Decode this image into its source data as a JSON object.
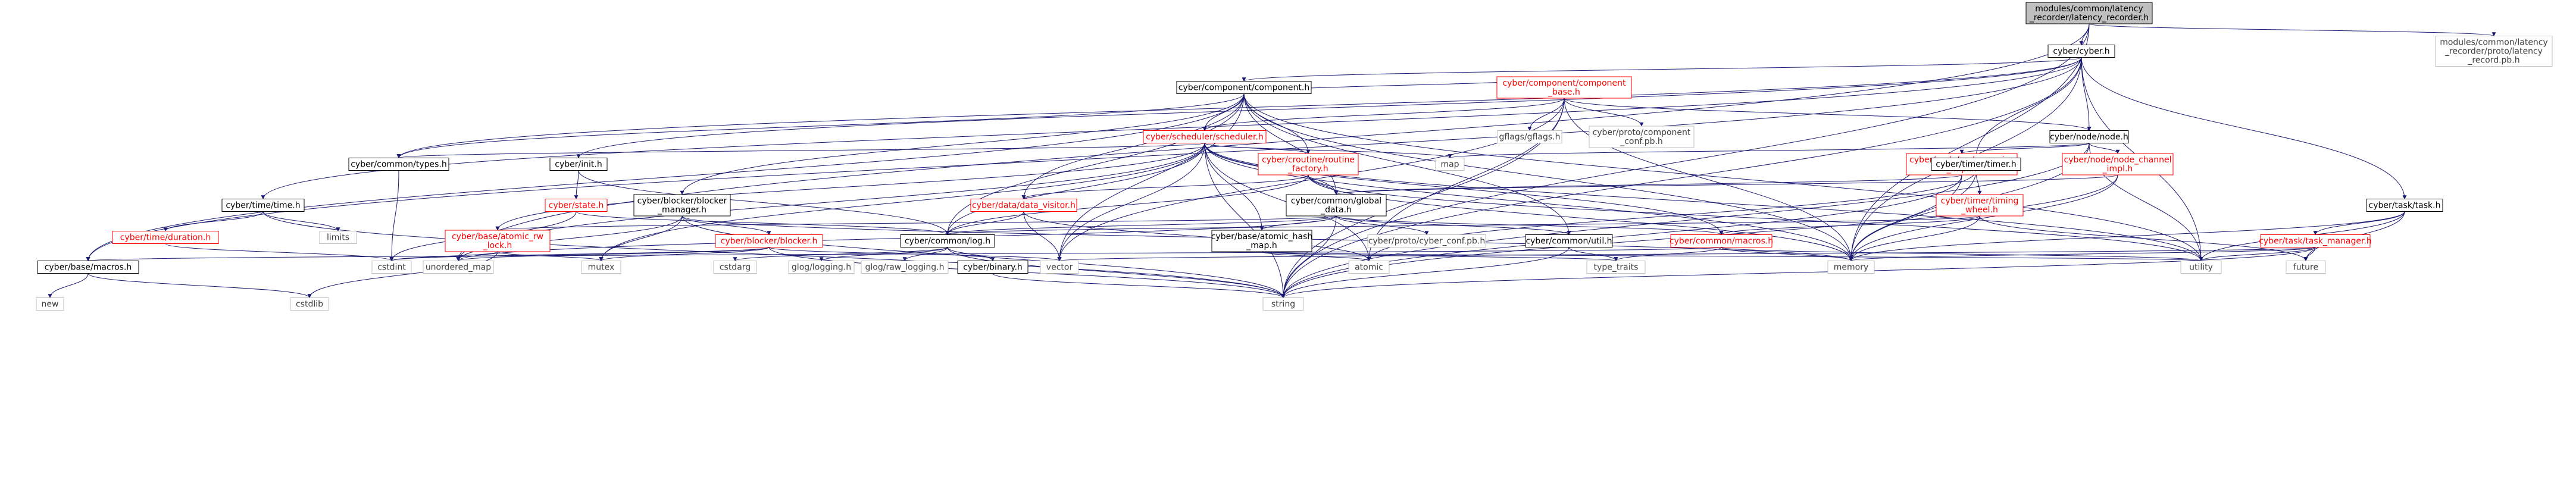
{
  "colors": {
    "edge": "#191970",
    "node_border": "#000000",
    "node_border_red": "#ff0000",
    "node_border_gray": "#bfbfbf",
    "root_fill": "#bfbfbf",
    "text": "#000000",
    "text_red": "#ff0000"
  },
  "nodes": [
    {
      "id": "root",
      "lines": [
        "modules/common/latency",
        "_recorder/latency_recorder.h"
      ],
      "style": "root"
    },
    {
      "id": "cyber_h",
      "lines": [
        "cyber/cyber.h"
      ],
      "style": "normal"
    },
    {
      "id": "latency_pb",
      "lines": [
        "modules/common/latency",
        "_recorder/proto/latency",
        "_record.pb.h"
      ],
      "style": "plain"
    },
    {
      "id": "component_h",
      "lines": [
        "cyber/component/component.h"
      ],
      "style": "normal"
    },
    {
      "id": "component_base",
      "lines": [
        "cyber/component/component",
        "_base.h"
      ],
      "style": "red"
    },
    {
      "id": "scheduler_h",
      "lines": [
        "cyber/scheduler/scheduler.h"
      ],
      "style": "red"
    },
    {
      "id": "gflags",
      "lines": [
        "gflags/gflags.h"
      ],
      "style": "plain"
    },
    {
      "id": "component_conf_pb",
      "lines": [
        "cyber/proto/component",
        "_conf.pb.h"
      ],
      "style": "plain"
    },
    {
      "id": "node_h",
      "lines": [
        "cyber/node/node.h"
      ],
      "style": "normal"
    },
    {
      "id": "types_h",
      "lines": [
        "cyber/common/types.h"
      ],
      "style": "normal"
    },
    {
      "id": "init_h",
      "lines": [
        "cyber/init.h"
      ],
      "style": "normal"
    },
    {
      "id": "routine_factory",
      "lines": [
        "cyber/croutine/routine",
        "_factory.h"
      ],
      "style": "red"
    },
    {
      "id": "map",
      "lines": [
        "map"
      ],
      "style": "plain"
    },
    {
      "id": "node_service_impl",
      "lines": [
        "cyber/node/node_service",
        "_impl.h"
      ],
      "style": "red"
    },
    {
      "id": "timer_h",
      "lines": [
        "cyber/timer/timer.h"
      ],
      "style": "normal"
    },
    {
      "id": "node_channel_impl",
      "lines": [
        "cyber/node/node_channel",
        "_impl.h"
      ],
      "style": "red"
    },
    {
      "id": "time_h",
      "lines": [
        "cyber/time/time.h"
      ],
      "style": "normal"
    },
    {
      "id": "state_h",
      "lines": [
        "cyber/state.h"
      ],
      "style": "red"
    },
    {
      "id": "blocker_manager",
      "lines": [
        "cyber/blocker/blocker",
        "_manager.h"
      ],
      "style": "normal"
    },
    {
      "id": "data_visitor",
      "lines": [
        "cyber/data/data_visitor.h"
      ],
      "style": "red"
    },
    {
      "id": "global_data",
      "lines": [
        "cyber/common/global",
        "_data.h"
      ],
      "style": "normal"
    },
    {
      "id": "timing_wheel",
      "lines": [
        "cyber/timer/timing",
        "_wheel.h"
      ],
      "style": "red"
    },
    {
      "id": "task_h",
      "lines": [
        "cyber/task/task.h"
      ],
      "style": "normal"
    },
    {
      "id": "limits",
      "lines": [
        "limits"
      ],
      "style": "plain"
    },
    {
      "id": "duration_h",
      "lines": [
        "cyber/time/duration.h"
      ],
      "style": "red"
    },
    {
      "id": "atomic_rw_lock",
      "lines": [
        "cyber/base/atomic_rw",
        "_lock.h"
      ],
      "style": "red"
    },
    {
      "id": "blocker_h",
      "lines": [
        "cyber/blocker/blocker.h"
      ],
      "style": "red"
    },
    {
      "id": "log_h",
      "lines": [
        "cyber/common/log.h"
      ],
      "style": "normal"
    },
    {
      "id": "atomic_hash_map",
      "lines": [
        "cyber/base/atomic_hash",
        "_map.h"
      ],
      "style": "normal"
    },
    {
      "id": "cyber_conf_pb",
      "lines": [
        "cyber/proto/cyber_conf.pb.h"
      ],
      "style": "plain"
    },
    {
      "id": "util_h",
      "lines": [
        "cyber/common/util.h"
      ],
      "style": "normal"
    },
    {
      "id": "macros_common",
      "lines": [
        "cyber/common/macros.h"
      ],
      "style": "red"
    },
    {
      "id": "task_manager",
      "lines": [
        "cyber/task/task_manager.h"
      ],
      "style": "red"
    },
    {
      "id": "base_macros",
      "lines": [
        "cyber/base/macros.h"
      ],
      "style": "normal"
    },
    {
      "id": "cstdint",
      "lines": [
        "cstdint"
      ],
      "style": "plain"
    },
    {
      "id": "unordered_map",
      "lines": [
        "unordered_map"
      ],
      "style": "plain"
    },
    {
      "id": "mutex",
      "lines": [
        "mutex"
      ],
      "style": "plain"
    },
    {
      "id": "cstdarg",
      "lines": [
        "cstdarg"
      ],
      "style": "plain"
    },
    {
      "id": "glog_logging",
      "lines": [
        "glog/logging.h"
      ],
      "style": "plain"
    },
    {
      "id": "glog_raw_logging",
      "lines": [
        "glog/raw_logging.h"
      ],
      "style": "plain"
    },
    {
      "id": "binary_h",
      "lines": [
        "cyber/binary.h"
      ],
      "style": "normal"
    },
    {
      "id": "vector",
      "lines": [
        "vector"
      ],
      "style": "plain"
    },
    {
      "id": "atomic",
      "lines": [
        "atomic"
      ],
      "style": "plain"
    },
    {
      "id": "type_traits",
      "lines": [
        "type_traits"
      ],
      "style": "plain"
    },
    {
      "id": "memory",
      "lines": [
        "memory"
      ],
      "style": "plain"
    },
    {
      "id": "utility",
      "lines": [
        "utility"
      ],
      "style": "plain"
    },
    {
      "id": "future",
      "lines": [
        "future"
      ],
      "style": "plain"
    },
    {
      "id": "new",
      "lines": [
        "new"
      ],
      "style": "plain"
    },
    {
      "id": "cstdlib",
      "lines": [
        "cstdlib"
      ],
      "style": "plain"
    },
    {
      "id": "string",
      "lines": [
        "string"
      ],
      "style": "plain"
    }
  ],
  "edges": [
    [
      "root",
      "cyber_h"
    ],
    [
      "root",
      "latency_pb"
    ],
    [
      "root",
      "string"
    ],
    [
      "root",
      "memory"
    ],
    [
      "root",
      "unordered_map"
    ],
    [
      "cyber_h",
      "component_h"
    ],
    [
      "cyber_h",
      "init_h"
    ],
    [
      "cyber_h",
      "node_h"
    ],
    [
      "cyber_h",
      "timer_h"
    ],
    [
      "cyber_h",
      "task_h"
    ],
    [
      "cyber_h",
      "time_h"
    ],
    [
      "cyber_h",
      "types_h"
    ],
    [
      "cyber_h",
      "memory"
    ],
    [
      "cyber_h",
      "string"
    ],
    [
      "cyber_h",
      "utility"
    ],
    [
      "cyber_h",
      "base_macros"
    ],
    [
      "component_h",
      "component_base"
    ],
    [
      "component_h",
      "scheduler_h"
    ],
    [
      "component_h",
      "routine_factory"
    ],
    [
      "component_h",
      "global_data"
    ],
    [
      "component_h",
      "log_h"
    ],
    [
      "component_h",
      "types_h"
    ],
    [
      "component_h",
      "util_h"
    ],
    [
      "component_h",
      "data_visitor"
    ],
    [
      "component_h",
      "blocker_manager"
    ],
    [
      "component_h",
      "memory"
    ],
    [
      "component_h",
      "vector"
    ],
    [
      "component_h",
      "utility"
    ],
    [
      "component_h",
      "base_macros"
    ],
    [
      "component_base",
      "scheduler_h"
    ],
    [
      "component_base",
      "node_h"
    ],
    [
      "component_base",
      "gflags"
    ],
    [
      "component_base",
      "component_conf_pb"
    ],
    [
      "component_base",
      "atomic"
    ],
    [
      "component_base",
      "memory"
    ],
    [
      "component_base",
      "string"
    ],
    [
      "component_base",
      "vector"
    ],
    [
      "scheduler_h",
      "types_h"
    ],
    [
      "scheduler_h",
      "routine_factory"
    ],
    [
      "scheduler_h",
      "map"
    ],
    [
      "scheduler_h",
      "atomic_rw_lock"
    ],
    [
      "scheduler_h",
      "atomic_hash_map"
    ],
    [
      "scheduler_h",
      "log_h"
    ],
    [
      "scheduler_h",
      "macros_common"
    ],
    [
      "scheduler_h",
      "global_data"
    ],
    [
      "scheduler_h",
      "unordered_map"
    ],
    [
      "scheduler_h",
      "mutex"
    ],
    [
      "scheduler_h",
      "vector"
    ],
    [
      "scheduler_h",
      "atomic"
    ],
    [
      "scheduler_h",
      "string"
    ],
    [
      "scheduler_h",
      "memory"
    ],
    [
      "scheduler_h",
      "utility"
    ],
    [
      "node_h",
      "node_service_impl"
    ],
    [
      "node_h",
      "node_channel_impl"
    ],
    [
      "node_h",
      "map"
    ],
    [
      "node_h",
      "memory"
    ],
    [
      "node_h",
      "string"
    ],
    [
      "node_h",
      "utility"
    ],
    [
      "types_h",
      "cstdint"
    ],
    [
      "init_h",
      "state_h"
    ],
    [
      "init_h",
      "log_h"
    ],
    [
      "state_h",
      "cstdint"
    ],
    [
      "state_h",
      "log_h"
    ],
    [
      "routine_factory",
      "global_data"
    ],
    [
      "routine_factory",
      "log_h"
    ],
    [
      "routine_factory",
      "data_visitor"
    ],
    [
      "routine_factory",
      "memory"
    ],
    [
      "routine_factory",
      "utility"
    ],
    [
      "node_service_impl",
      "global_data"
    ],
    [
      "node_service_impl",
      "memory"
    ],
    [
      "node_service_impl",
      "string"
    ],
    [
      "node_channel_impl",
      "global_data"
    ],
    [
      "node_channel_impl",
      "memory"
    ],
    [
      "node_channel_impl",
      "string"
    ],
    [
      "timer_h",
      "timing_wheel"
    ],
    [
      "timer_h",
      "atomic"
    ],
    [
      "timer_h",
      "memory"
    ],
    [
      "timing_wheel",
      "log_h"
    ],
    [
      "timing_wheel",
      "macros_common"
    ],
    [
      "timing_wheel",
      "future"
    ],
    [
      "timing_wheel",
      "memory"
    ],
    [
      "time_h",
      "duration_h"
    ],
    [
      "time_h",
      "limits"
    ],
    [
      "time_h",
      "string"
    ],
    [
      "duration_h",
      "cstdint"
    ],
    [
      "blocker_manager",
      "blocker_h"
    ],
    [
      "blocker_manager",
      "mutex"
    ],
    [
      "blocker_manager",
      "string"
    ],
    [
      "blocker_manager",
      "memory"
    ],
    [
      "blocker_manager",
      "unordered_map"
    ],
    [
      "blocker_h",
      "mutex"
    ],
    [
      "blocker_h",
      "vector"
    ],
    [
      "blocker_h",
      "string"
    ],
    [
      "blocker_h",
      "cstdint"
    ],
    [
      "blocker_h",
      "unordered_map"
    ],
    [
      "data_visitor",
      "log_h"
    ],
    [
      "data_visitor",
      "vector"
    ],
    [
      "data_visitor",
      "atomic"
    ],
    [
      "global_data",
      "log_h"
    ],
    [
      "global_data",
      "atomic_hash_map"
    ],
    [
      "global_data",
      "cyber_conf_pb"
    ],
    [
      "global_data",
      "util_h"
    ],
    [
      "global_data",
      "macros_common"
    ],
    [
      "global_data",
      "string"
    ],
    [
      "global_data",
      "unordered_map"
    ],
    [
      "global_data",
      "atomic_rw_lock"
    ],
    [
      "atomic_rw_lock",
      "unistd_dummy"
    ],
    [
      "atomic_rw_lock",
      "cstdint"
    ],
    [
      "atomic_rw_lock",
      "mutex"
    ],
    [
      "atomic_rw_lock",
      "cstdlib"
    ],
    [
      "log_h",
      "cstdarg"
    ],
    [
      "log_h",
      "glog_logging"
    ],
    [
      "log_h",
      "glog_raw_logging"
    ],
    [
      "log_h",
      "binary_h"
    ],
    [
      "log_h",
      "string"
    ],
    [
      "binary_h",
      "string"
    ],
    [
      "atomic_hash_map",
      "atomic"
    ],
    [
      "atomic_hash_map",
      "type_traits"
    ],
    [
      "atomic_hash_map",
      "utility"
    ],
    [
      "util_h",
      "string"
    ],
    [
      "util_h",
      "type_traits"
    ],
    [
      "macros_common",
      "memory"
    ],
    [
      "macros_common",
      "type_traits"
    ],
    [
      "macros_common",
      "new_dummy"
    ],
    [
      "macros_common",
      "utility"
    ],
    [
      "macros_common",
      "base_macros"
    ],
    [
      "task_h",
      "task_manager"
    ],
    [
      "task_h",
      "future"
    ],
    [
      "task_h",
      "utility"
    ],
    [
      "task_h",
      "memory"
    ],
    [
      "task_manager",
      "memory"
    ],
    [
      "task_manager",
      "string"
    ],
    [
      "task_manager",
      "vector"
    ],
    [
      "task_manager",
      "utility"
    ],
    [
      "task_manager",
      "future"
    ],
    [
      "base_macros",
      "new"
    ],
    [
      "base_macros",
      "cstdlib"
    ]
  ]
}
